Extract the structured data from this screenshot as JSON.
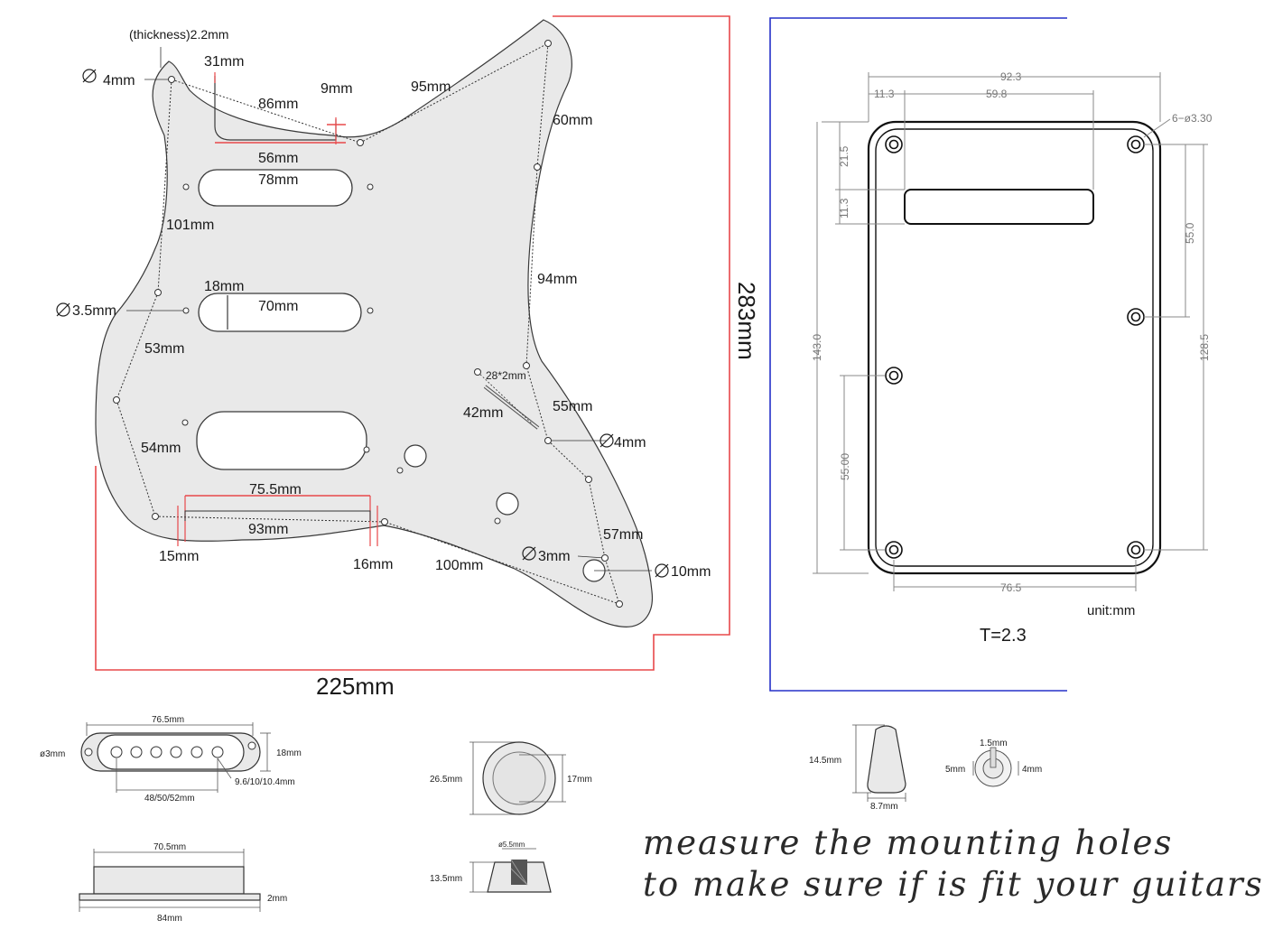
{
  "pickguard": {
    "thickness": "(thickness)2.2mm",
    "labels": {
      "hole_4mm_top": "4mm",
      "w31": "31mm",
      "w9": "9mm",
      "w95": "95mm",
      "w86": "86mm",
      "w60": "60mm",
      "w56": "56mm",
      "w78": "78mm",
      "w101": "101mm",
      "w94": "94mm",
      "w18": "18mm",
      "w70": "70mm",
      "hole_3_5": "3.5mm",
      "w53": "53mm",
      "slot": "28*2mm",
      "w42": "42mm",
      "w55": "55mm",
      "hole_4mm_right": "4mm",
      "w54": "54mm",
      "w75_5": "75.5mm",
      "w93": "93mm",
      "w57": "57mm",
      "hole_3mm": "3mm",
      "hole_10mm": "10mm",
      "w15": "15mm",
      "w16": "16mm",
      "w100": "100mm"
    },
    "height": "283mm",
    "width": "225mm"
  },
  "backplate": {
    "labels": {
      "w92_3": "92.3",
      "w11_3_top": "11.3",
      "w59_8": "59.8",
      "holes": "6−ø3.30",
      "v21_5": "21.5",
      "v11_3": "11.3",
      "v55_0": "55.0",
      "v143_0": "143.0",
      "v128_5": "128.5",
      "v55_00": "55.00",
      "w76_5": "76.5"
    },
    "unit": "unit:mm",
    "thickness": "T=2.3"
  },
  "pickup_cover": {
    "length": "76.5mm",
    "hole": "ø3mm",
    "height": "18mm",
    "pole_dia": "9.6/10/10.4mm",
    "pole_spacing": "48/50/52mm"
  },
  "pickup_base": {
    "top": "70.5mm",
    "side": "2mm",
    "bottom": "84mm"
  },
  "knob": {
    "outer": "26.5mm",
    "inner": "17mm",
    "hole": "ø5.5mm",
    "height": "13.5mm"
  },
  "switch_tip": {
    "height": "14.5mm",
    "width": "8.7mm",
    "slot_w": "1.5mm",
    "outer": "5mm",
    "inner": "4mm"
  },
  "caption": {
    "line1": "measure the mounting holes",
    "line2": "to make sure if is fit your guitars"
  },
  "colors": {
    "red": "#e8484a",
    "blue": "#2530c8",
    "pickguard_fill": "#e9e9e9"
  }
}
